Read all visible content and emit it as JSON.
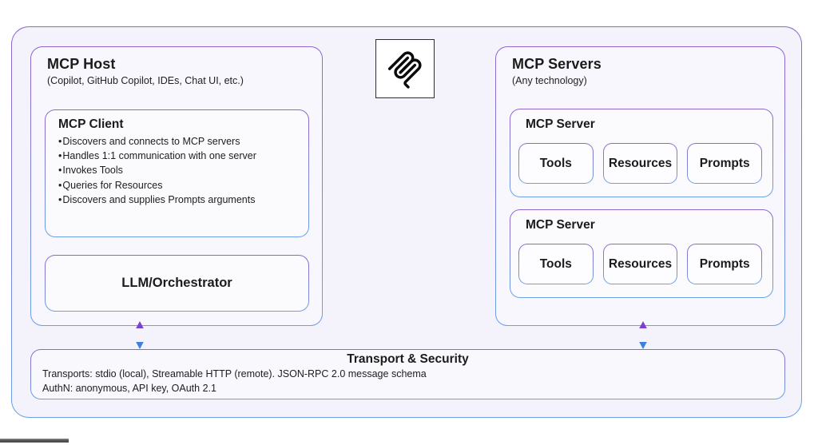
{
  "colors": {
    "border_gradient_top": "#9065ce",
    "border_gradient_bottom": "#6ba0e8",
    "outer_background": "#f4f2fb",
    "inner_box_background": "#fbfbfe",
    "arrow_purple": "#7b3fd1",
    "arrow_blue": "#3f7fe0",
    "text": "#1b1b1b"
  },
  "logo": {
    "name": "mcp-logo"
  },
  "host": {
    "title": "MCP Host",
    "subtitle": "(Copilot, GitHub Copilot, IDEs, Chat UI, etc.)",
    "client": {
      "title": "MCP Client",
      "bullets": [
        "Discovers and connects to MCP servers",
        "Handles 1:1 communication with one server",
        "Invokes Tools",
        "Queries for Resources",
        "Discovers and supplies Prompts arguments"
      ]
    },
    "llm": {
      "label": "LLM/Orchestrator"
    }
  },
  "servers": {
    "title": "MCP Servers",
    "subtitle": "(Any technology)",
    "items": [
      {
        "title": "MCP Server",
        "capabilities": [
          "Tools",
          "Resources",
          "Prompts"
        ]
      },
      {
        "title": "MCP Server",
        "capabilities": [
          "Tools",
          "Resources",
          "Prompts"
        ]
      }
    ]
  },
  "transport": {
    "title": "Transport & Security",
    "line1": "Transports: stdio (local), Streamable HTTP (remote). JSON-RPC 2.0 message schema",
    "line2": "AuthN: anonymous, API key, OAuth 2.1"
  }
}
